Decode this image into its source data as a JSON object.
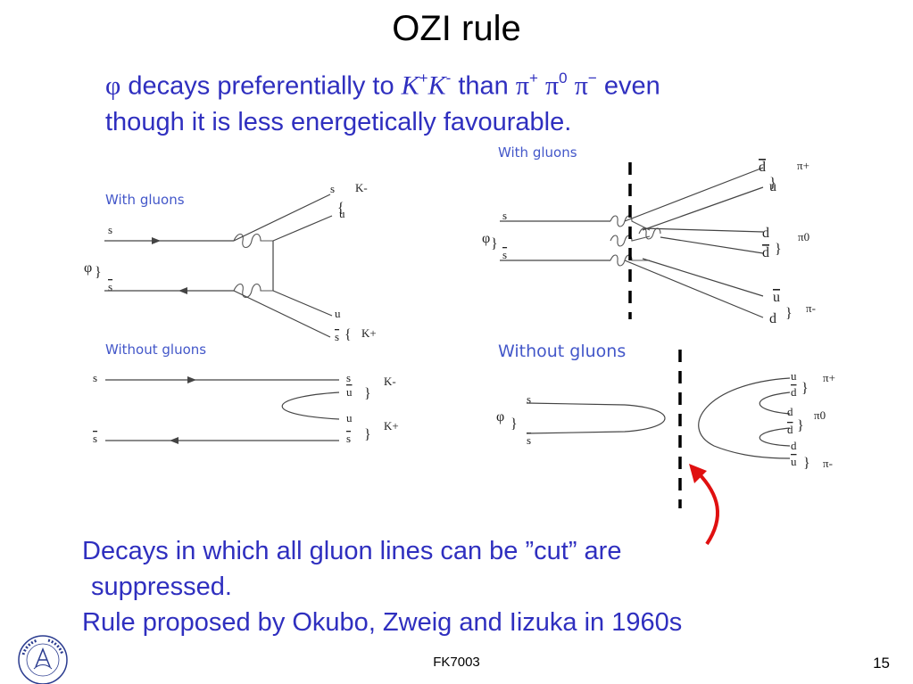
{
  "title": "OZI rule",
  "intro": {
    "phi": "φ",
    "text1": " decays preferentially to ",
    "K": "K",
    "plus": "+",
    "K2": "K",
    "minus": "-",
    "text2": " than ",
    "pi_plus_sym": "π",
    "pi_plus_sup": "+",
    "pi_zero_sym": "π",
    "pi_zero_sup": "0",
    "pi_minus_sym": "π",
    "pi_minus_sup": "−",
    "text3": " even",
    "line2": "though it is less energetically favourable."
  },
  "left_diagram": {
    "with_label": "With gluons",
    "without_label": "Without gluons",
    "phi": "φ",
    "s": "s",
    "sbar": "s",
    "u": "u",
    "ubar": "u",
    "K_minus": "K-",
    "K_plus": "K+"
  },
  "right_diagram": {
    "with_label": "With gluons",
    "without_label": "Without gluons",
    "phi": "φ",
    "s": "s",
    "sbar": "s",
    "d": "d",
    "dbar": "d",
    "u": "u",
    "ubar": "u",
    "pi_plus": "π+",
    "pi_zero": "π0",
    "pi_minus": "π-"
  },
  "caption": {
    "line1": "Decays in which all gluon lines can be ”cut” are",
    "line2": "suppressed.",
    "line3": "Rule proposed by Okubo, Zweig and Iizuka in 1960s"
  },
  "footer": {
    "course": "FK7003",
    "page": "15"
  },
  "colors": {
    "text_blue": "#2f2fbf",
    "label_blue": "#4357c9",
    "cut_arrow": "#e01010"
  }
}
